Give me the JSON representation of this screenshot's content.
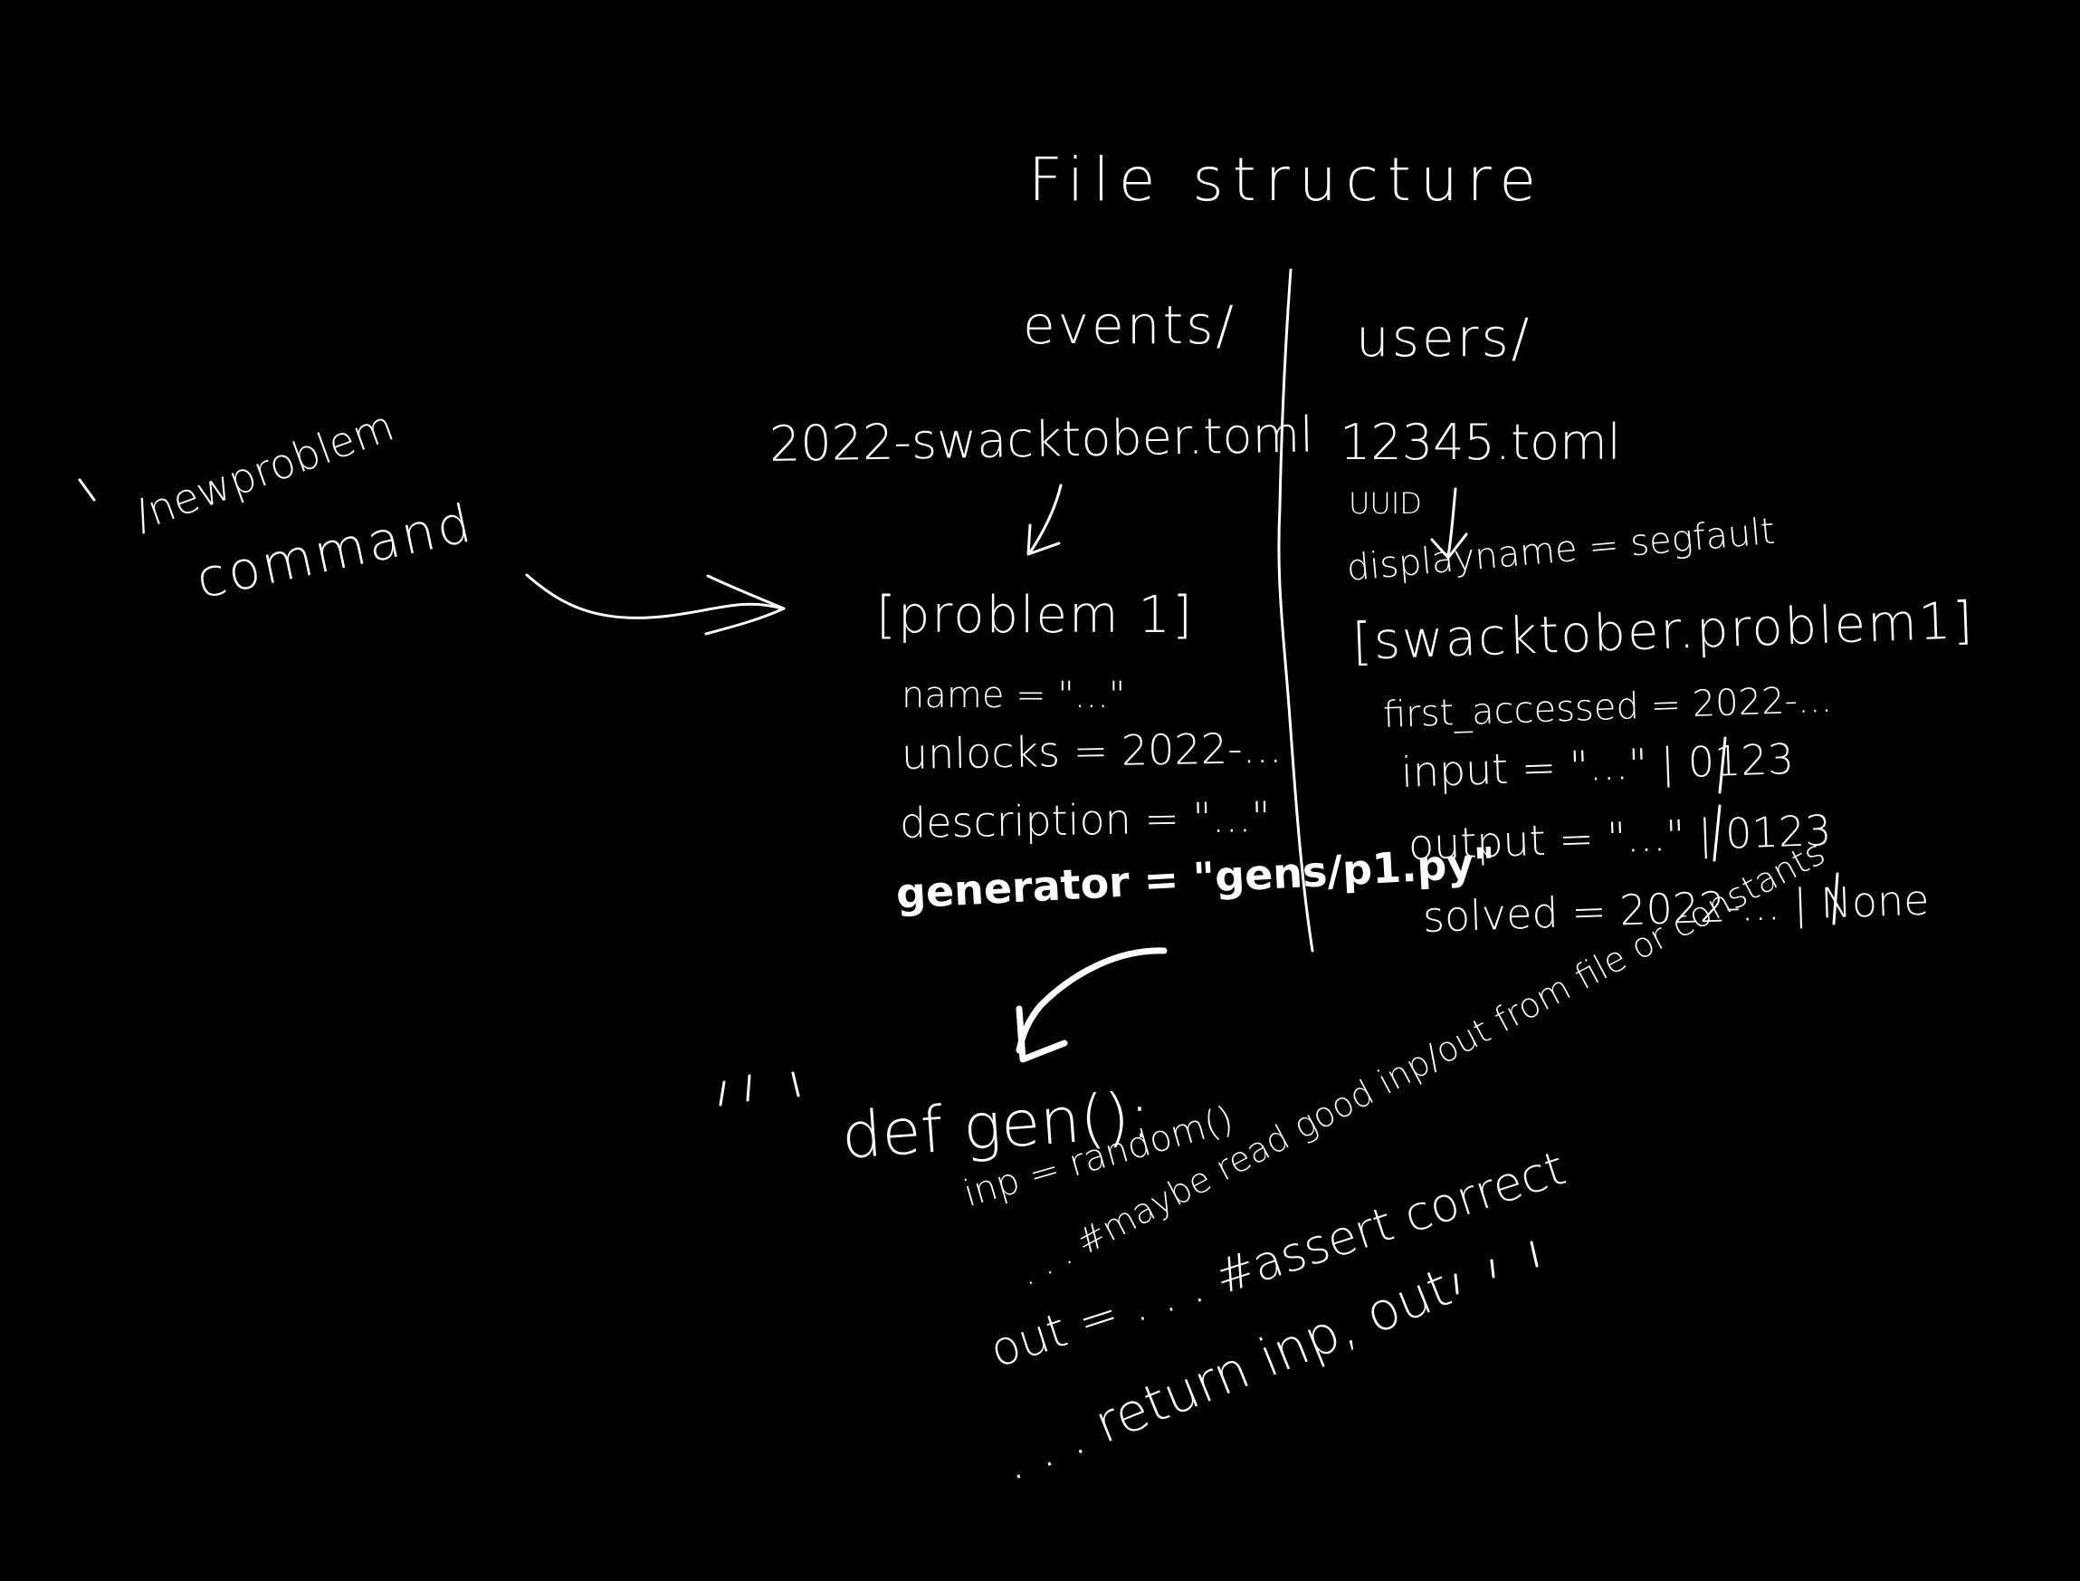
{
  "title": "File structure",
  "command": {
    "line1": "/newproblem",
    "line2": "command"
  },
  "events": {
    "heading": "events/",
    "file": "2022-swacktober.toml",
    "section": "[problem 1]",
    "fields": {
      "name": "name = \"...\"",
      "unlocks": "unlocks = 2022-...",
      "description": "description = \"...\"",
      "generator": "generator = \"gens/p1.py\""
    }
  },
  "users": {
    "heading": "users/",
    "file": "12345.toml",
    "uuid_note": "UUID",
    "displayname": "displayname = segfault",
    "section": "[swacktober.problem1]",
    "fields": {
      "first_accessed": "first_accessed = 2022-...",
      "input": "input = \"...\" | 0123",
      "output": "output = \"...\" | 0123",
      "solved": "solved = 2022-... | None"
    }
  },
  "code": {
    "def_line": "def gen():",
    "inp_line": "inp = random()",
    "dots_comment": ". . . #maybe read good inp/out from file or constants",
    "out_line": "out = . . . #assert correct",
    "return_line": ". . . return inp, out"
  }
}
